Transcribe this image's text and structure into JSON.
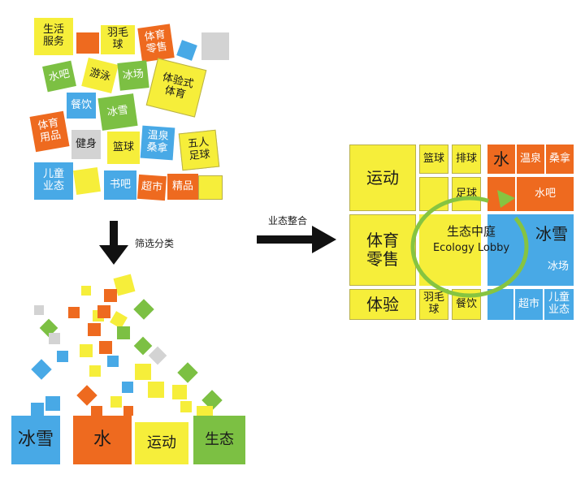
{
  "colors": {
    "yellow": "#f6ee3a",
    "orange": "#ee6a1f",
    "blue": "#48a9e6",
    "green": "#7cc043",
    "gray": "#d3d3d3"
  },
  "top": {
    "life_service": "生活\n服务",
    "badminton": "羽毛\n球",
    "sports_retail": "体育\n零售",
    "water_bar": "水吧",
    "swimming": "游泳",
    "ice_rink": "冰场",
    "experiential_sports": "体验式\n体育",
    "dining": "餐饮",
    "ice_snow": "冰雪",
    "sports_goods": "体育\n用品",
    "fitness": "健身",
    "basketball": "篮球",
    "hot_spring_sauna": "温泉\n桑拿",
    "five_a_side": "五人\n足球",
    "kids_format": "儿童\n业态",
    "book_bar": "书吧",
    "supermarket": "超市",
    "boutique": "精品"
  },
  "arrows": {
    "filter_label": "筛选分类",
    "integrate_label": "业态整合"
  },
  "bottom": {
    "ice_snow": "冰雪",
    "water": "水",
    "sports": "运动",
    "ecology": "生态"
  },
  "right": {
    "sports": "运动",
    "basketball": "篮球",
    "volleyball": "排球",
    "water": "水",
    "hot_spring": "温泉",
    "sauna": "桑拿",
    "football": "足球",
    "water_bar": "水吧",
    "sports_retail": "体育\n零售",
    "ice_snow": "冰雪",
    "ice_rink": "冰场",
    "experience": "体验",
    "badminton": "羽毛\n球",
    "dining": "餐饮",
    "supermarket": "超市",
    "kids_format": "儿童\n业态",
    "ecology_cn": "生态中庭",
    "ecology_en": "Ecology Lobby"
  }
}
